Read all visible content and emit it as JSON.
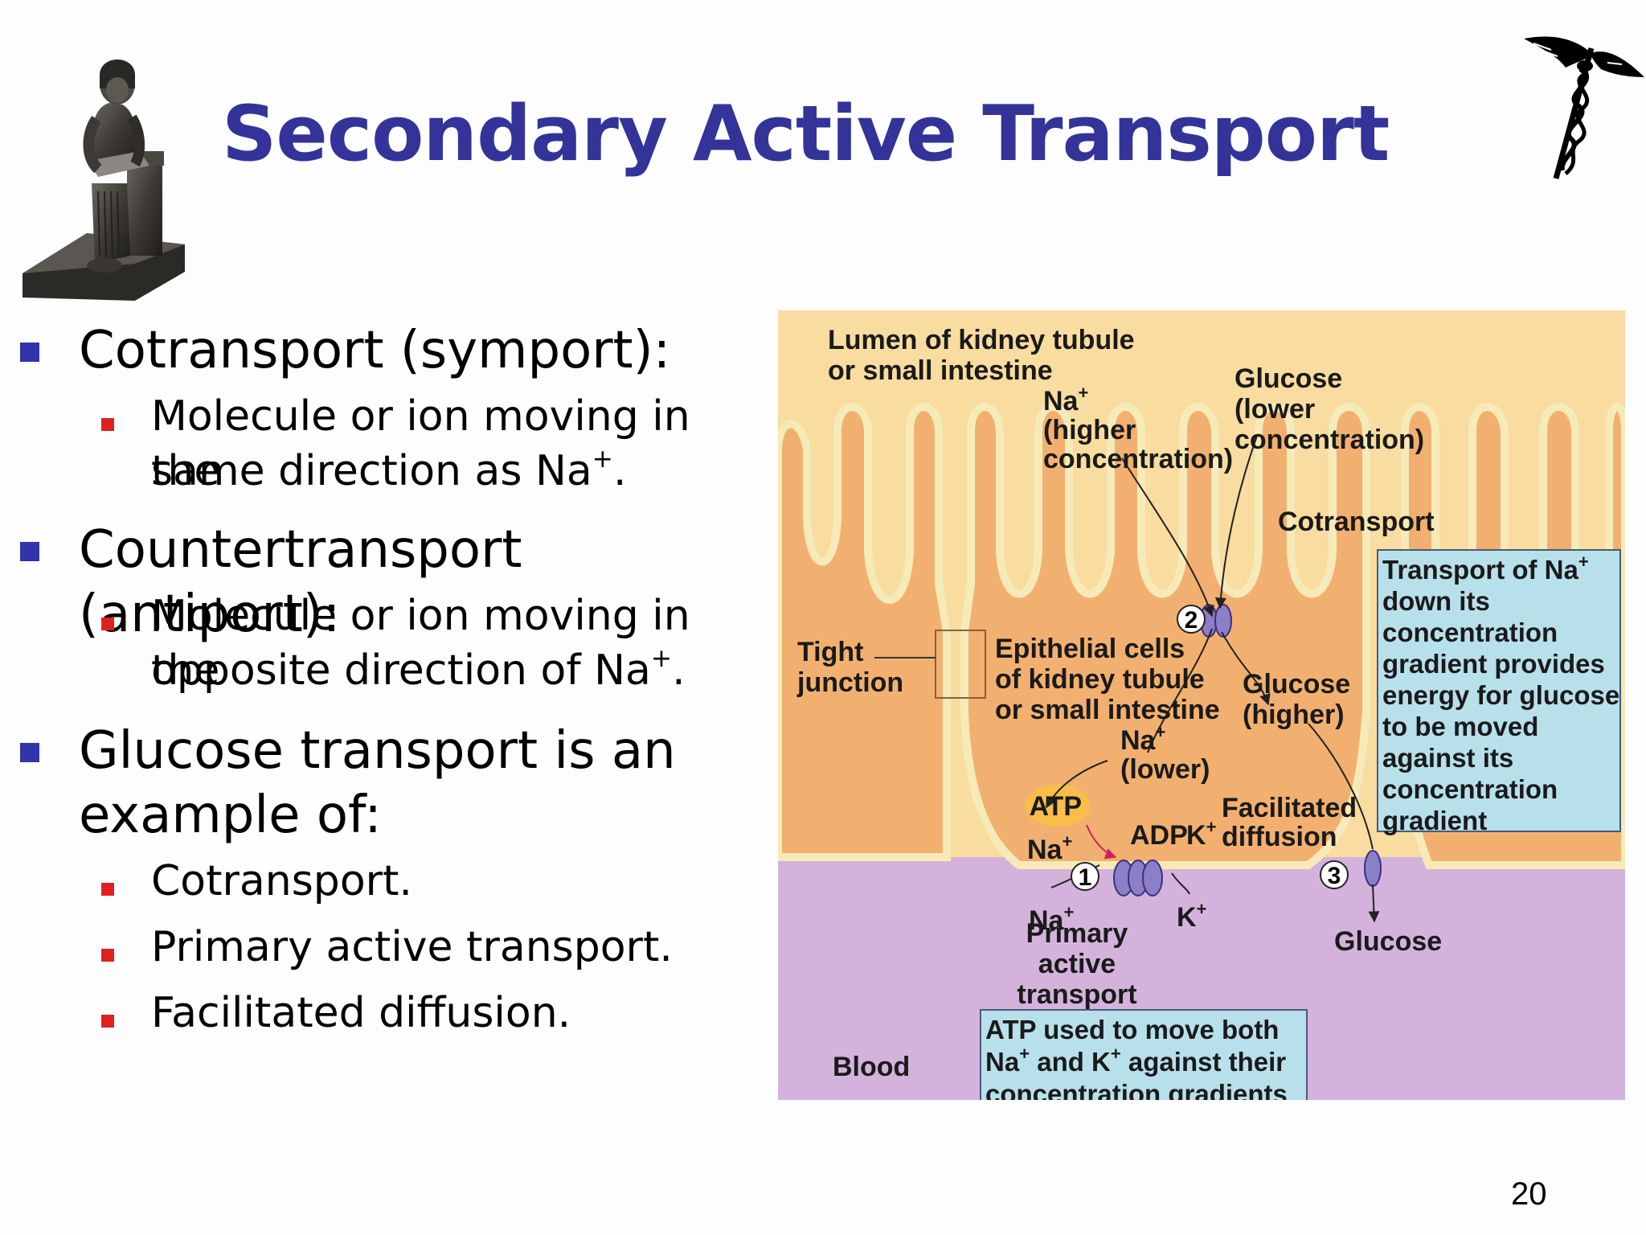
{
  "slide": {
    "title": "Secondary Active Transport",
    "page_number": "20",
    "bullets": [
      {
        "text": "Cotransport (symport):",
        "sub": [
          {
            "text": "Molecule or ion moving in the",
            "cont": "same direction as Na",
            "sup": "+",
            "tail": "."
          }
        ]
      },
      {
        "text": "Countertransport (antiport):",
        "sub": [
          {
            "text": "Molecule or ion moving in the",
            "cont": "opposite direction of Na",
            "sup": "+",
            "tail": "."
          }
        ]
      },
      {
        "text": "Glucose transport is an",
        "text2": "example of:",
        "sub": [
          {
            "text": "Cotransport."
          },
          {
            "text": "Primary active transport."
          },
          {
            "text": "Facilitated diffusion."
          }
        ]
      }
    ]
  },
  "diagram": {
    "lumen_label": [
      "Lumen of kidney tubule",
      "or small intestine"
    ],
    "na_higher": [
      "Na",
      "(higher",
      "concentration)"
    ],
    "glucose_lower": [
      "Glucose",
      "(lower",
      "concentration)"
    ],
    "cotransport": "Cotransport",
    "note_cotransport": [
      "Transport of Na",
      "down its",
      "concentration",
      "gradient provides",
      "energy for glucose",
      "to be moved",
      "against its",
      "concentration",
      "gradient"
    ],
    "tight_junction": [
      "Tight",
      "junction"
    ],
    "epithelial": [
      "Epithelial cells",
      "of kidney tubule",
      "or small intestine"
    ],
    "glucose_higher": [
      "Glucose",
      "(higher)"
    ],
    "na_lower": [
      "Na",
      "(lower)"
    ],
    "atp": "ATP",
    "adp": "ADP",
    "k": "K",
    "na": "Na",
    "facilitated": [
      "Facilitated",
      "diffusion"
    ],
    "primary": [
      "Primary",
      "active",
      "transport"
    ],
    "glucose": "Glucose",
    "blood": "Blood",
    "note_atp": [
      "ATP used to move both",
      "Na",
      " and K",
      " against their",
      "concentration gradients"
    ],
    "steps": [
      "1",
      "2",
      "3"
    ],
    "plus": "+",
    "colors": {
      "lumen": "#f8dca0",
      "cell": "#f2b070",
      "blood": "#d3b3dc",
      "note": "#b8e0ea",
      "membrane": "#f6eab8",
      "protein": "#8b7fc8"
    }
  }
}
